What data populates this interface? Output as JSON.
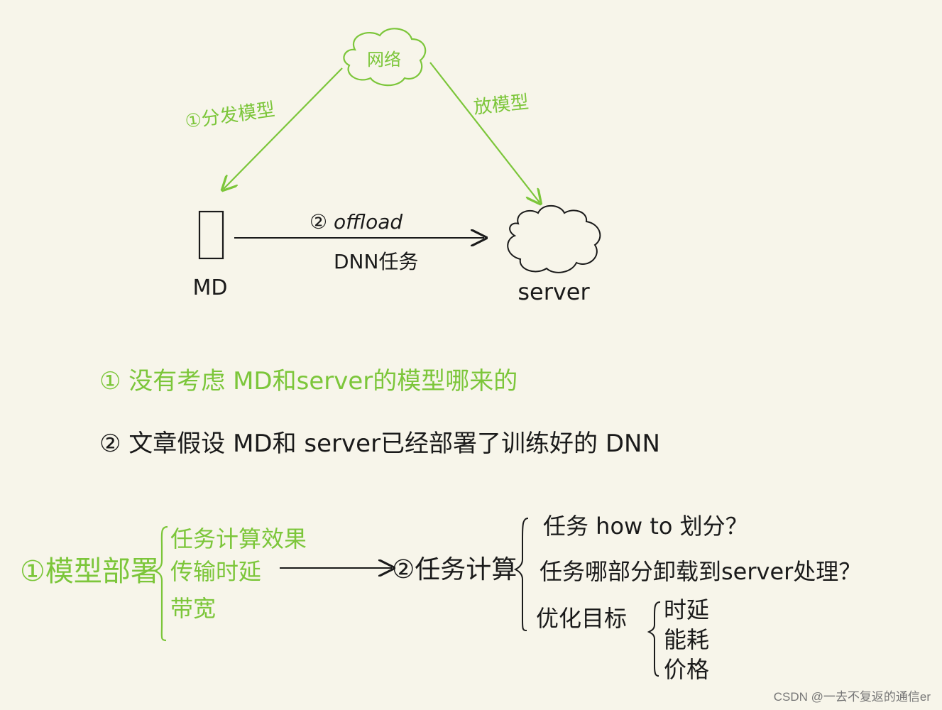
{
  "colors": {
    "green": "#7cc63a",
    "black": "#1a1a1a",
    "background": "#f7f5ea"
  },
  "top": {
    "cloud_label": "网络",
    "left_arrow_label": "①分发模型",
    "right_arrow_label": "放模型",
    "device_label": "MD",
    "offload_label": "② offload",
    "offload_sublabel": "DNN任务",
    "server_label": "server"
  },
  "notes": {
    "note1": "① 没有考虑 MD和server的模型哪来的",
    "note2": "② 文章假设 MD和 server已经部署了训练好的 DNN"
  },
  "bottom": {
    "left_title": "①模型部署",
    "left_items": [
      "任务计算效果",
      "传输时延",
      "带宽"
    ],
    "right_title": "②任务计算",
    "right_items": [
      "任务 how to 划分？",
      "任务哪部分卸载到server处理？",
      "优化目标"
    ],
    "goal_items": [
      "时延",
      "能耗",
      "价格"
    ]
  },
  "watermark": "CSDN @一去不复返的通信er"
}
